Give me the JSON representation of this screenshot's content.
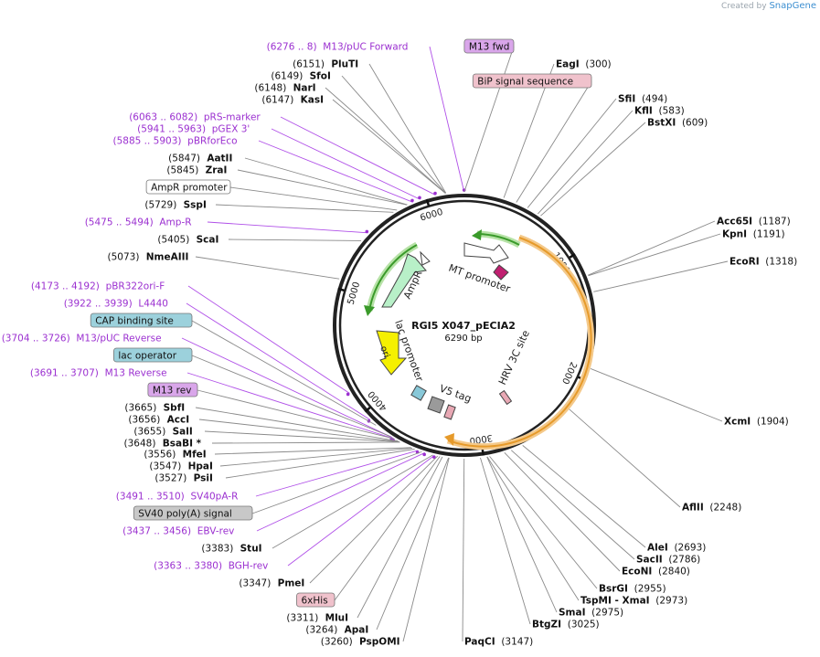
{
  "credit": {
    "prefix": "Created by",
    "brand": "SnapGene"
  },
  "plasmid": {
    "name": "RGI5 X047_pECIA2",
    "length": "6290 bp",
    "total_bp": 6290
  },
  "colors": {
    "site": "#000000",
    "primer": "#9b30d0",
    "line": "#777777",
    "primer_line": "#a040e0",
    "arrow_green": "#3a9a2a",
    "arrow_orange": "#e69a2a"
  },
  "ticks": [
    {
      "label": "1000",
      "bp": 1000
    },
    {
      "label": "2000",
      "bp": 2000
    },
    {
      "label": "3000",
      "bp": 3000
    },
    {
      "label": "4000",
      "bp": 4000
    },
    {
      "label": "5000",
      "bp": 5000
    },
    {
      "label": "6000",
      "bp": 6000
    }
  ],
  "inner_labels": [
    {
      "text": "MT promoter",
      "name": "mt-promoter-label"
    },
    {
      "text": "AmpR",
      "name": "ampr-label"
    },
    {
      "text": "lac promoter",
      "name": "lac-promoter-label"
    },
    {
      "text": "ori",
      "name": "ori-label"
    },
    {
      "text": "V5 tag",
      "name": "v5-tag-label"
    },
    {
      "text": "HRV 3C site",
      "name": "hrv3c-label"
    }
  ],
  "labels": [
    {
      "kind": "primer",
      "pos": "(6276 .. 8)",
      "name": "M13/pUC Forward",
      "bp": 6288
    },
    {
      "kind": "box",
      "name": "M13 fwd",
      "color": "#d9a6ea",
      "bp": 6289
    },
    {
      "kind": "site",
      "pos": "(6151)",
      "name": "PluTI",
      "bp": 6151
    },
    {
      "kind": "site",
      "pos": "(6149)",
      "name": "SfoI",
      "bp": 6149
    },
    {
      "kind": "site",
      "pos": "(6148)",
      "name": "NarI",
      "bp": 6148
    },
    {
      "kind": "site",
      "pos": "(6147)",
      "name": "KasI",
      "bp": 6147
    },
    {
      "kind": "primer",
      "pos": "(6063 .. 6082)",
      "name": "pRS-marker",
      "bp": 6072
    },
    {
      "kind": "primer",
      "pos": "(5941 .. 5963)",
      "name": "pGEX 3'",
      "bp": 5952
    },
    {
      "kind": "primer",
      "pos": "(5885 .. 5903)",
      "name": "pBRforEco",
      "bp": 5894
    },
    {
      "kind": "site",
      "pos": "(5847)",
      "name": "AatII",
      "bp": 5847
    },
    {
      "kind": "site",
      "pos": "(5845)",
      "name": "ZraI",
      "bp": 5845
    },
    {
      "kind": "box",
      "name": "AmpR promoter",
      "color": "#ffffff",
      "bp": 5760
    },
    {
      "kind": "site",
      "pos": "(5729)",
      "name": "SspI",
      "bp": 5729
    },
    {
      "kind": "primer",
      "pos": "(5475 .. 5494)",
      "name": "Amp-R",
      "bp": 5484
    },
    {
      "kind": "site",
      "pos": "(5405)",
      "name": "ScaI",
      "bp": 5405
    },
    {
      "kind": "site",
      "pos": "(5073)",
      "name": "NmeAIII",
      "bp": 5073
    },
    {
      "kind": "primer",
      "pos": "(4173 .. 4192)",
      "name": "pBR322ori-F",
      "bp": 4182
    },
    {
      "kind": "primer",
      "pos": "(3922 .. 3939)",
      "name": "L4440",
      "bp": 3930
    },
    {
      "kind": "box",
      "name": "CAP binding site",
      "color": "#9cd1dc",
      "bp": 3870
    },
    {
      "kind": "primer",
      "pos": "(3704 .. 3726)",
      "name": "M13/pUC Reverse",
      "bp": 3715
    },
    {
      "kind": "box",
      "name": "lac operator",
      "color": "#9cd1dc",
      "bp": 3730
    },
    {
      "kind": "primer",
      "pos": "(3691 .. 3707)",
      "name": "M13 Reverse",
      "bp": 3699
    },
    {
      "kind": "box",
      "name": "M13 rev",
      "color": "#d9a6ea",
      "bp": 3699
    },
    {
      "kind": "site",
      "pos": "(3665)",
      "name": "SbfI",
      "bp": 3665
    },
    {
      "kind": "site",
      "pos": "(3656)",
      "name": "AccI",
      "bp": 3656
    },
    {
      "kind": "site",
      "pos": "(3655)",
      "name": "SalI",
      "bp": 3655
    },
    {
      "kind": "site",
      "pos": "(3648)",
      "name": "BsaBI *",
      "bp": 3648
    },
    {
      "kind": "site",
      "pos": "(3556)",
      "name": "MfeI",
      "bp": 3556
    },
    {
      "kind": "site",
      "pos": "(3547)",
      "name": "HpaI",
      "bp": 3547
    },
    {
      "kind": "site",
      "pos": "(3527)",
      "name": "PsiI",
      "bp": 3527
    },
    {
      "kind": "primer",
      "pos": "(3491 .. 3510)",
      "name": "SV40pA-R",
      "bp": 3500
    },
    {
      "kind": "box",
      "name": "SV40 poly(A) signal",
      "color": "#c8c8c8",
      "bp": 3470
    },
    {
      "kind": "primer",
      "pos": "(3437 .. 3456)",
      "name": "EBV-rev",
      "bp": 3446
    },
    {
      "kind": "site",
      "pos": "(3383)",
      "name": "StuI",
      "bp": 3383
    },
    {
      "kind": "primer",
      "pos": "(3363 .. 3380)",
      "name": "BGH-rev",
      "bp": 3371
    },
    {
      "kind": "site",
      "pos": "(3347)",
      "name": "PmeI",
      "bp": 3347
    },
    {
      "kind": "box",
      "name": "6xHis",
      "color": "#f0c2cc",
      "bp": 3330
    },
    {
      "kind": "site",
      "pos": "(3311)",
      "name": "MluI",
      "bp": 3311
    },
    {
      "kind": "site",
      "pos": "(3264)",
      "name": "ApaI",
      "bp": 3264
    },
    {
      "kind": "site",
      "pos": "(3260)",
      "name": "PspOMI",
      "bp": 3260
    },
    {
      "kind": "site",
      "pos": "(3147)",
      "name": "PaqCI",
      "bp": 3147,
      "after": true
    },
    {
      "kind": "site",
      "pos": "(3025)",
      "name": "BtgZI",
      "bp": 3025,
      "after": true
    },
    {
      "kind": "site",
      "pos": "(2975)",
      "name": "SmaI",
      "bp": 2975,
      "after": true
    },
    {
      "kind": "site",
      "pos": "(2973)",
      "name": "TspMI - XmaI",
      "bp": 2973,
      "after": true
    },
    {
      "kind": "site",
      "pos": "(2955)",
      "name": "BsrGI",
      "bp": 2955,
      "after": true
    },
    {
      "kind": "site",
      "pos": "(2840)",
      "name": "EcoNI",
      "bp": 2840,
      "after": true
    },
    {
      "kind": "site",
      "pos": "(2786)",
      "name": "SacII",
      "bp": 2786,
      "after": true
    },
    {
      "kind": "site",
      "pos": "(2693)",
      "name": "AleI",
      "bp": 2693,
      "after": true
    },
    {
      "kind": "site",
      "pos": "(2248)",
      "name": "AflII",
      "bp": 2248,
      "after": true
    },
    {
      "kind": "site",
      "pos": "(1904)",
      "name": "XcmI",
      "bp": 1904,
      "after": true
    },
    {
      "kind": "site",
      "pos": "(1318)",
      "name": "EcoRI",
      "bp": 1318,
      "after": true
    },
    {
      "kind": "site",
      "pos": "(1191)",
      "name": "KpnI",
      "bp": 1191,
      "after": true
    },
    {
      "kind": "site",
      "pos": "(1187)",
      "name": "Acc65I",
      "bp": 1187,
      "after": true
    },
    {
      "kind": "site",
      "pos": "(609)",
      "name": "BstXI",
      "bp": 609,
      "after": true
    },
    {
      "kind": "site",
      "pos": "(583)",
      "name": "KflI",
      "bp": 583,
      "after": true
    },
    {
      "kind": "site",
      "pos": "(494)",
      "name": "SfiI",
      "bp": 494,
      "after": true
    },
    {
      "kind": "box",
      "name": "BiP signal sequence",
      "color": "#f0c2cc",
      "bp": 400
    },
    {
      "kind": "site",
      "pos": "(300)",
      "name": "EagI",
      "bp": 300,
      "after": true
    }
  ]
}
